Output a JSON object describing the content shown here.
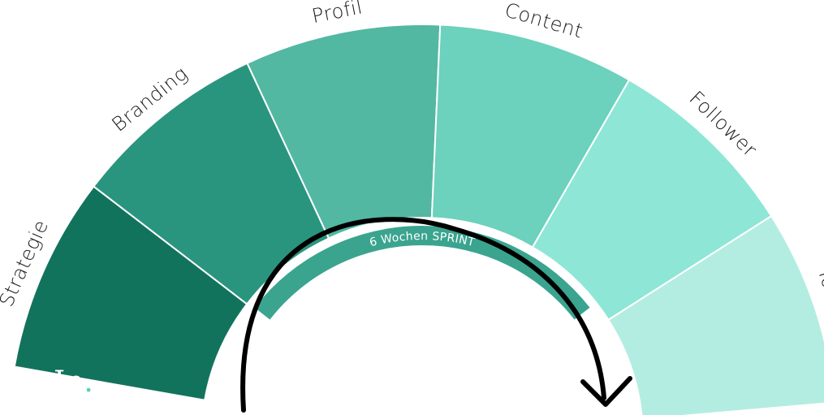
{
  "diagram": {
    "segments": [
      {
        "label": "Strategie",
        "color": "#12735d"
      },
      {
        "label": "Branding",
        "color": "#2a957e"
      },
      {
        "label": "Profil",
        "color": "#52b8a2"
      },
      {
        "label": "Content",
        "color": "#6cd1bd"
      },
      {
        "label": "Follower",
        "color": "#8ee6d6"
      },
      {
        "label": "Toolkit",
        "color": "#b3ede1"
      }
    ],
    "sprint_label": "6 Wochen SPRINT",
    "sprint_color": "#3aa48f",
    "arrow_color": "#000000",
    "logo": {
      "text": "In",
      "dot": ".",
      "dot_color": "#52d1b8"
    }
  }
}
